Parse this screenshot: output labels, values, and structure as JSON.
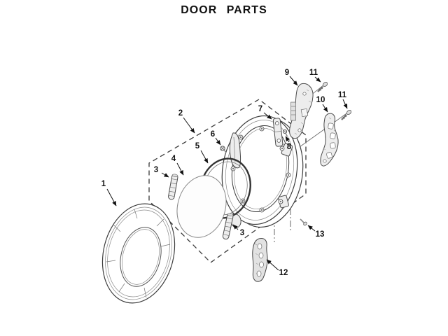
{
  "title": "DOOR PARTS",
  "labels": [
    {
      "text": "1"
    },
    {
      "text": "2"
    },
    {
      "text": "3"
    },
    {
      "text": "4"
    },
    {
      "text": "5"
    },
    {
      "text": "6"
    },
    {
      "text": "7"
    },
    {
      "text": "8"
    },
    {
      "text": "9"
    },
    {
      "text": "11"
    },
    {
      "text": "10"
    },
    {
      "text": "11"
    },
    {
      "text": "12"
    },
    {
      "text": "13"
    },
    {
      "text": "3"
    }
  ]
}
